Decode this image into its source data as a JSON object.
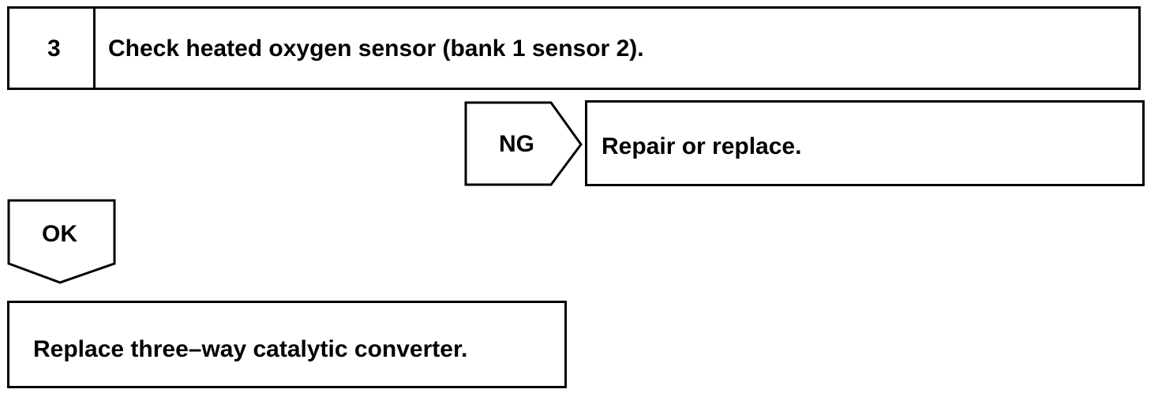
{
  "step": {
    "number": "3",
    "title": "Check heated oxygen sensor (bank 1 sensor 2)."
  },
  "ng_branch": {
    "label": "NG",
    "action": "Repair or replace."
  },
  "ok_branch": {
    "label": "OK",
    "action": "Replace three–way catalytic converter."
  }
}
